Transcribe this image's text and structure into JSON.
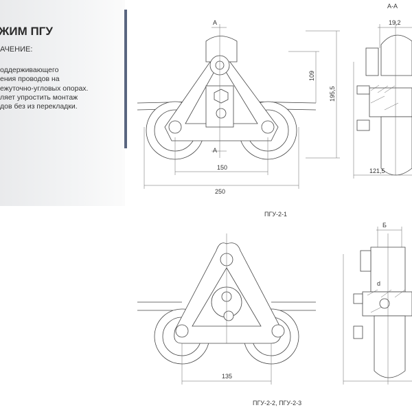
{
  "panel": {
    "title": "ЖИМ ПГУ",
    "subtitle": "АЧЕНИЕ:",
    "description": "оддерживающего\nения проводов на\nежуточно-угловых опорах.\nляет упростить монтаж\nдов без из перекладки."
  },
  "drawing1": {
    "section_mark": "A",
    "dim_height_1": "109",
    "dim_height_2": "195,5",
    "dim_width_1": "150",
    "dim_width_2": "250",
    "caption": "ПГУ-2-1"
  },
  "drawing2": {
    "section_title": "A-A",
    "dim_top": "19,2",
    "dim_width": "121,5"
  },
  "drawing3": {
    "dim_width": "135",
    "caption": "ПГУ-2-2, ПГУ-2-3"
  },
  "drawing4": {
    "dim_b": "Б",
    "dim_d": "d"
  }
}
